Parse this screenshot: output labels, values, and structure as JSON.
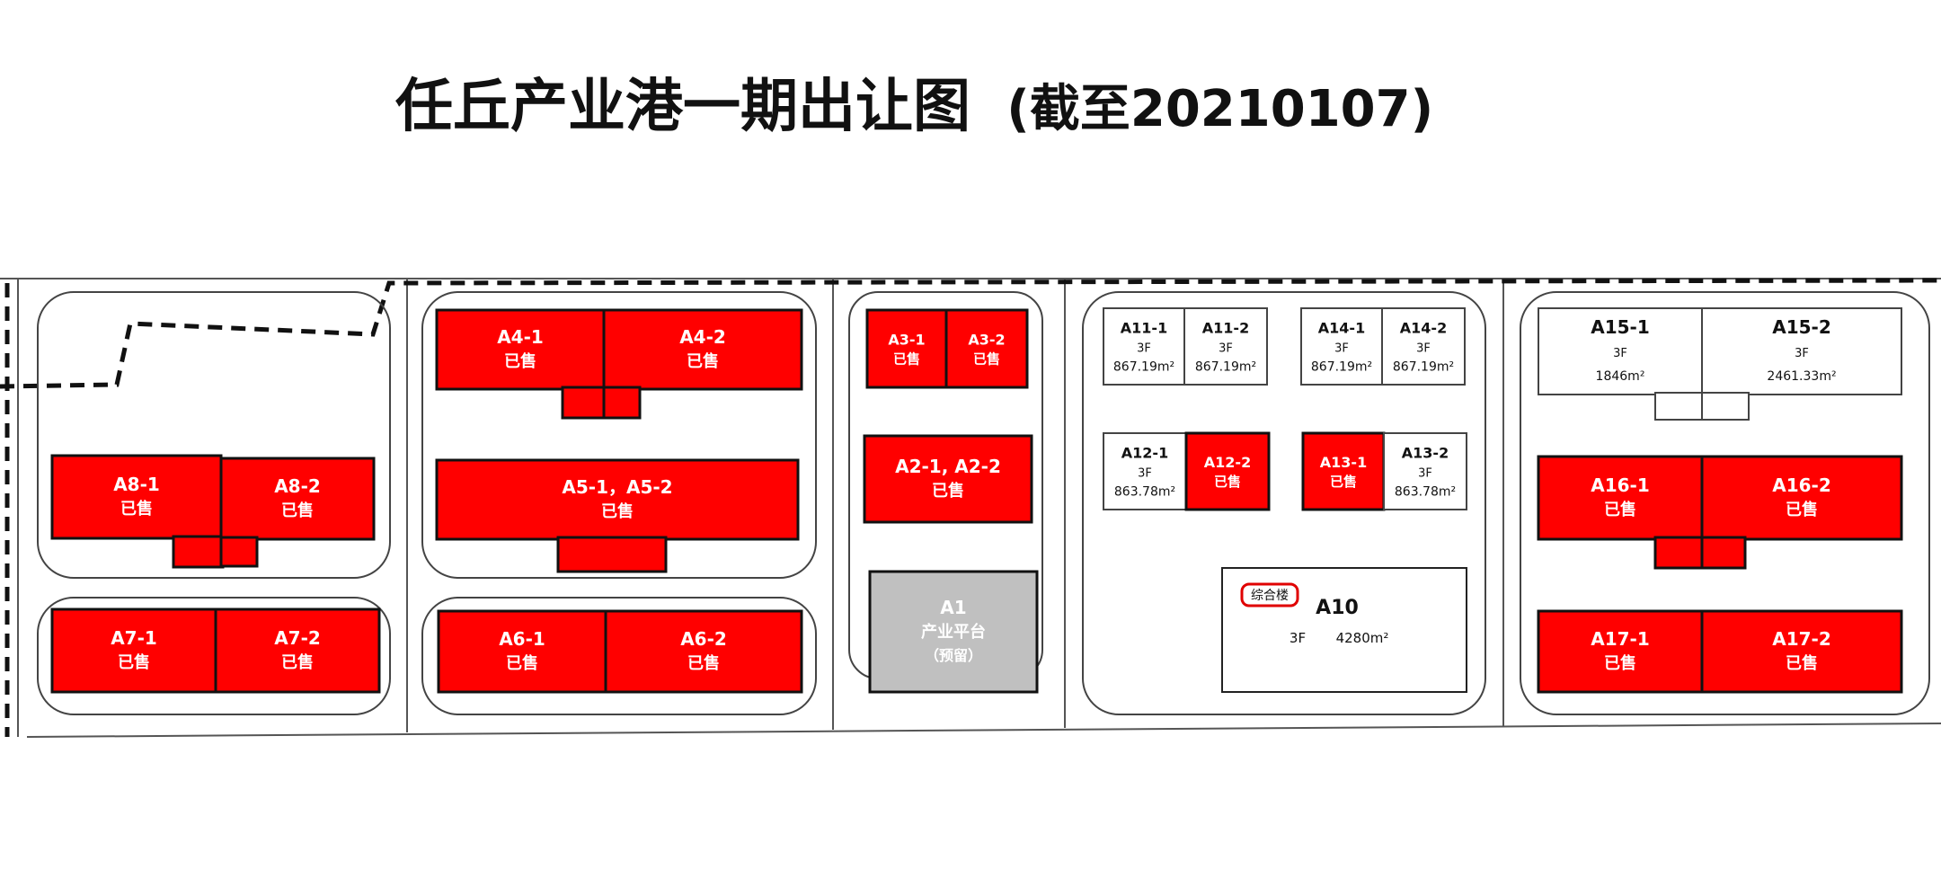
{
  "title": {
    "main": "任丘产业港一期出让图",
    "suffix": "(截至20210107)"
  },
  "colors": {
    "sold": "#ff0000",
    "reserved": "#c0c0c0",
    "outline": "#222222",
    "road": "#555555",
    "badge_border": "#e00000"
  },
  "blocks": [
    {
      "id": "A8-1",
      "label": "A8-1",
      "status": "已售",
      "fill": "sold"
    },
    {
      "id": "A8-2",
      "label": "A8-2",
      "status": "已售",
      "fill": "sold"
    },
    {
      "id": "A7-1",
      "label": "A7-1",
      "status": "已售",
      "fill": "sold"
    },
    {
      "id": "A7-2",
      "label": "A7-2",
      "status": "已售",
      "fill": "sold"
    },
    {
      "id": "A4-1",
      "label": "A4-1",
      "status": "已售",
      "fill": "sold"
    },
    {
      "id": "A4-2",
      "label": "A4-2",
      "status": "已售",
      "fill": "sold"
    },
    {
      "id": "A5",
      "label": "A5-1，A5-2",
      "status": "已售",
      "fill": "sold"
    },
    {
      "id": "A6-1",
      "label": "A6-1",
      "status": "已售",
      "fill": "sold"
    },
    {
      "id": "A6-2",
      "label": "A6-2",
      "status": "已售",
      "fill": "sold"
    },
    {
      "id": "A3-1",
      "label": "A3-1",
      "status": "已售",
      "fill": "sold"
    },
    {
      "id": "A3-2",
      "label": "A3-2",
      "status": "已售",
      "fill": "sold"
    },
    {
      "id": "A2",
      "label": "A2-1, A2-2",
      "status": "已售",
      "fill": "sold"
    },
    {
      "id": "A1",
      "label": "A1",
      "status": "产业平台",
      "note": "（预留）",
      "fill": "reserved"
    },
    {
      "id": "A11-1",
      "label": "A11-1",
      "floors": "3F",
      "area": "867.19m²",
      "fill": "none"
    },
    {
      "id": "A11-2",
      "label": "A11-2",
      "floors": "3F",
      "area": "867.19m²",
      "fill": "none"
    },
    {
      "id": "A14-1",
      "label": "A14-1",
      "floors": "3F",
      "area": "867.19m²",
      "fill": "none"
    },
    {
      "id": "A14-2",
      "label": "A14-2",
      "floors": "3F",
      "area": "867.19m²",
      "fill": "none"
    },
    {
      "id": "A12-1",
      "label": "A12-1",
      "floors": "3F",
      "area": "863.78m²",
      "fill": "none"
    },
    {
      "id": "A12-2",
      "label": "A12-2",
      "status": "已售",
      "fill": "sold"
    },
    {
      "id": "A13-1",
      "label": "A13-1",
      "status": "已售",
      "fill": "sold"
    },
    {
      "id": "A13-2",
      "label": "A13-2",
      "floors": "3F",
      "area": "863.78m²",
      "fill": "none"
    },
    {
      "id": "A10",
      "label": "A10",
      "badge": "综合楼",
      "floors": "3F",
      "area": "4280m²",
      "fill": "none"
    },
    {
      "id": "A15-1",
      "label": "A15-1",
      "floors": "3F",
      "area": "1846m²",
      "fill": "none"
    },
    {
      "id": "A15-2",
      "label": "A15-2",
      "floors": "3F",
      "area": "2461.33m²",
      "fill": "none"
    },
    {
      "id": "A16-1",
      "label": "A16-1",
      "status": "已售",
      "fill": "sold"
    },
    {
      "id": "A16-2",
      "label": "A16-2",
      "status": "已售",
      "fill": "sold"
    },
    {
      "id": "A17-1",
      "label": "A17-1",
      "status": "已售",
      "fill": "sold"
    },
    {
      "id": "A17-2",
      "label": "A17-2",
      "status": "已售",
      "fill": "sold"
    }
  ]
}
